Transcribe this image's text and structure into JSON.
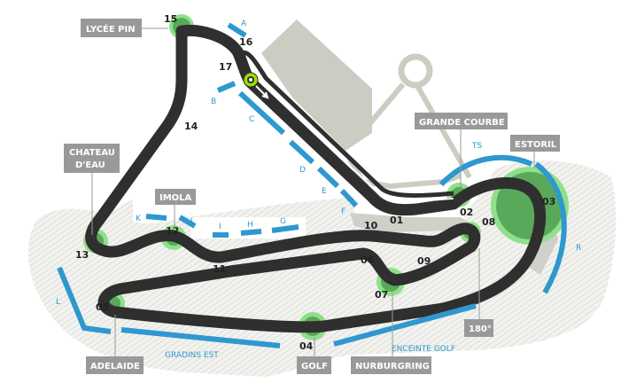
{
  "colors": {
    "track": "#2f2f2f",
    "barrier": "#2e98cf",
    "runoff": "#e3e3df",
    "building": "#cbcdc3",
    "corner_glow": "#8fe08a",
    "corner_core": "#5aa85a",
    "label_bg": "#999999",
    "start_marker": "#9be000"
  },
  "corner_numbers": [
    "01",
    "02",
    "03",
    "04",
    "05",
    "06",
    "07",
    "08",
    "09",
    "10",
    "11",
    "12",
    "13",
    "14",
    "15",
    "16",
    "17"
  ],
  "corner_names": {
    "lycee_pin": "LYCÉE PIN",
    "chateau_deau_1": "CHATEAU",
    "chateau_deau_2": "D'EAU",
    "imola": "IMOLA",
    "grande_courbe": "GRANDE COURBE",
    "estoril": "ESTORIL",
    "adelaide": "ADELAIDE",
    "golf": "GOLF",
    "nurburgring": "NURBURGRING",
    "hairpin_180": "180°"
  },
  "grandstands": [
    "A",
    "B",
    "C",
    "D",
    "E",
    "F",
    "G",
    "H",
    "I",
    "J",
    "K",
    "L",
    "R",
    "TS"
  ],
  "area_labels": {
    "gradins_est": "GRADINS EST",
    "enceinte_golf": "ENCEINTE GOLF"
  },
  "icons": {
    "start": "start-finish-target-icon",
    "direction": "direction-arrow-icon"
  }
}
